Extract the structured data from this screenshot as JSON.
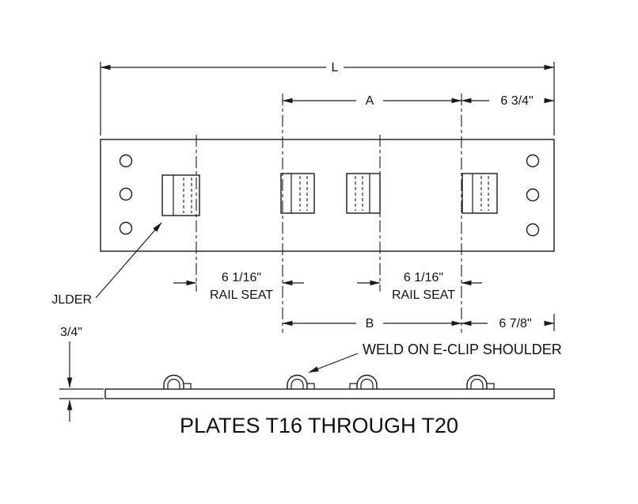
{
  "title": "PLATES T16 THROUGH T20",
  "top_view": {
    "dim_overall": "L",
    "dim_a": "A",
    "dim_offset_top": "6 3/4\"",
    "rail_seat_left": {
      "value": "6 1/16\"",
      "label": "RAIL SEAT"
    },
    "rail_seat_right": {
      "value": "6 1/16\"",
      "label": "RAIL SEAT"
    },
    "dim_b": "B",
    "dim_offset_bottom": "6 7/8\"",
    "shoulder_label": "JLDER"
  },
  "side_view": {
    "thickness": "3/4\"",
    "weld_callout": "WELD ON E-CLIP SHOULDER"
  }
}
